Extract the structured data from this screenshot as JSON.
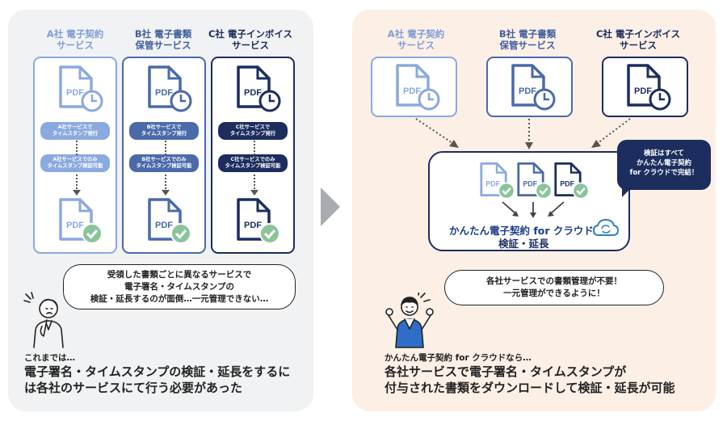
{
  "before": {
    "services": [
      {
        "title_line1": "A社 電子契約",
        "title_line2": "サービス",
        "step1": "A社サービスで\nタイムスタンプ発行",
        "step2": "A社サービスでのみ\nタイムスタンプ検証可能"
      },
      {
        "title_line1": "B社 電子書類",
        "title_line2": "保管サービス",
        "step1": "B社サービスで\nタイムスタンプ発行",
        "step2": "B社サービスでのみ\nタイムスタンプ検証可能"
      },
      {
        "title_line1": "C社 電子インボイス",
        "title_line2": "サービス",
        "step1": "C社サービスで\nタイムスタンプ発行",
        "step2": "C社サービスでのみ\nタイムスタンプ検証可能"
      }
    ],
    "bubble": [
      "受領した書類ごとに異なるサービスで",
      "電子署名・タイムスタンプの",
      "検証・延長するのが面倒…一元管理できない…"
    ],
    "caption_small": "これまでは…",
    "caption_big": [
      "電子署名・タイムスタンプの検証・延長をするに",
      "は各社のサービスにて行う必要があった"
    ]
  },
  "after": {
    "services": [
      {
        "title_line1": "A社 電子契約",
        "title_line2": "サービス"
      },
      {
        "title_line1": "B社 電子書類",
        "title_line2": "保管サービス"
      },
      {
        "title_line1": "C社 電子インボイス",
        "title_line2": "サービス"
      }
    ],
    "brand": "かんたん電子契約 for クラウド",
    "verify_label": "検証・延長",
    "navy_bubble": [
      "検証はすべて",
      "かんたん電子契約",
      "for クラウドで完結！"
    ],
    "bubble": [
      "各社サービスでの書類管理が不要！",
      "一元管理ができるように！"
    ],
    "caption_small": "かんたん電子契約 for クラウドなら…",
    "caption_big": [
      "各社サービスで電子署名・タイムスタンプが",
      "付与された書類をダウンロードして検証・延長が可能"
    ]
  },
  "icons": {
    "pdf": "pdf-document-icon",
    "clock": "clock-icon",
    "check": "check-icon",
    "cloud": "cloud-sync-icon",
    "arrow": "next-arrow-icon"
  },
  "pdf_label": "PDF",
  "colors": {
    "a": "#8aa9df",
    "b": "#4a6aaa",
    "c": "#1c2d5e",
    "check": "#8cc49a",
    "left_bg": "#f1f2f3",
    "right_bg": "#fcefe6"
  }
}
